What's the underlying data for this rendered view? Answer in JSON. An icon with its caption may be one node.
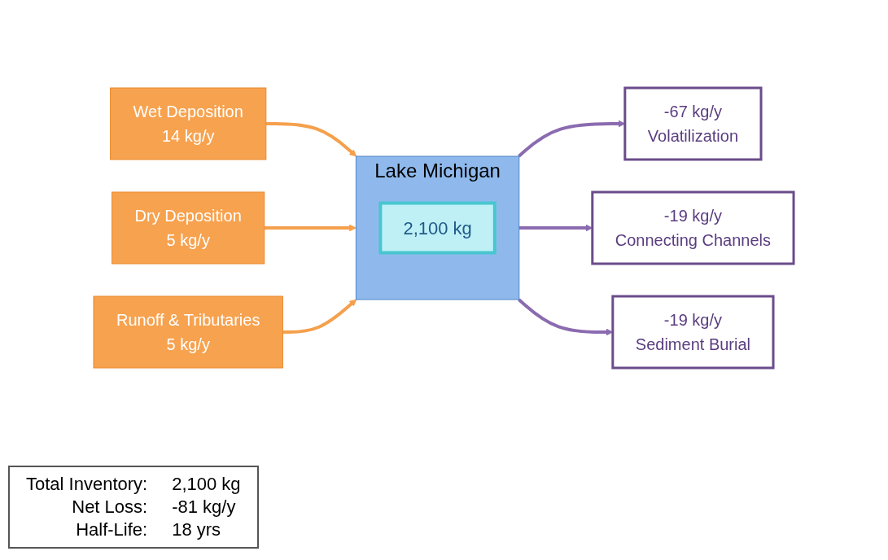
{
  "diagram": {
    "nodes": [
      {
        "text": [
          "Wet Deposition",
          "14 kg/y"
        ]
      },
      {
        "text": [
          "Dry Deposition",
          "5 kg/y"
        ]
      },
      {
        "text": [
          "Runoff & Tributaries",
          "5 kg/y"
        ]
      },
      {
        "text": [
          "Lake Michigan"
        ]
      },
      {
        "text": [
          "2,100 kg"
        ],
        "in": 3
      },
      {
        "text": [
          "-67 kg/y",
          "Volatilization"
        ]
      },
      {
        "text": [
          "-19 kg/y",
          "Connecting Channels"
        ]
      },
      {
        "text": [
          "-19 kg/y",
          "Sediment Burial"
        ]
      }
    ],
    "edges": [
      {
        "from": 0,
        "to": 3,
        "arrow": "to",
        "color": "#f5a04c"
      },
      {
        "from": 1,
        "to": 3,
        "arrow": "to",
        "color": "#f5a04c"
      },
      {
        "from": 2,
        "to": 3,
        "arrow": "to",
        "color": "#f5a04c"
      },
      {
        "from": 3,
        "to": 5,
        "arrow": "to",
        "color": "#8b6bb0"
      },
      {
        "from": 3,
        "to": 6,
        "arrow": "to",
        "color": "#8b6bb0"
      },
      {
        "from": 3,
        "to": 7,
        "arrow": "to",
        "color": "#8b6bb0"
      }
    ],
    "labels": [
      "Total Inventory:",
      "2,100 kg",
      "Net Loss:",
      "-81 kg/y",
      "Half-Life:",
      "18 yrs"
    ]
  }
}
